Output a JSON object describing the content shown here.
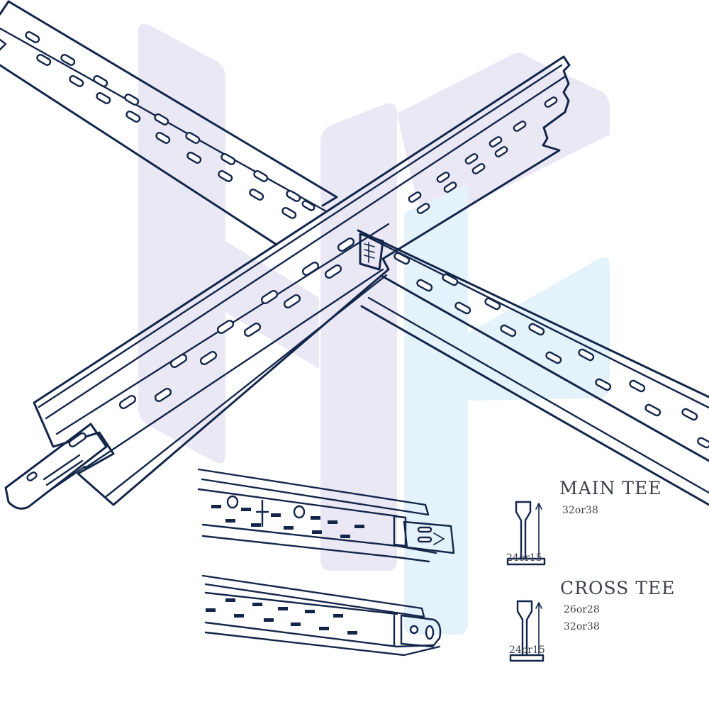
{
  "main_tee": {
    "title": "MAIN TEE",
    "height": "32or38",
    "width": "24or15"
  },
  "cross_tee": {
    "title": "CROSS TEE",
    "heights": [
      "26or28",
      "32or38"
    ],
    "width": "24or15"
  },
  "colors": {
    "ink": "#13264a",
    "watermark_purple": "#ebe8f6",
    "watermark_blue": "#e4f2fb"
  }
}
